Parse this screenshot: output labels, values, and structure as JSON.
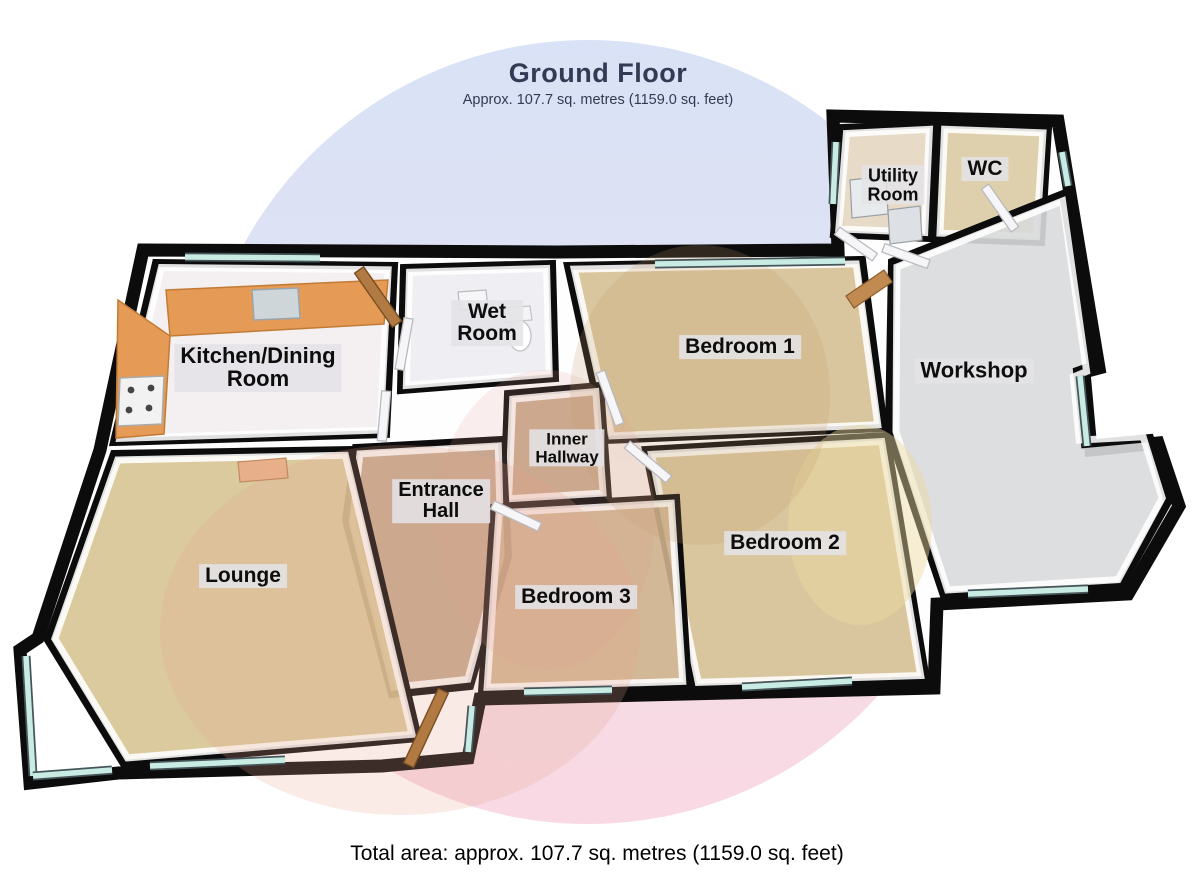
{
  "header": {
    "title": "Ground Floor",
    "subtitle": "Approx. 107.7 sq. metres (1159.0 sq. feet)"
  },
  "footer": {
    "total_area": "Total area: approx. 107.7 sq. metres (1159.0 sq. feet)"
  },
  "rooms": [
    {
      "id": "kitchen",
      "label": "Kitchen/Dining Room",
      "lines": [
        "Kitchen/Dining",
        "Room"
      ]
    },
    {
      "id": "wet",
      "label": "Wet Room",
      "lines": [
        "Wet",
        "Room"
      ]
    },
    {
      "id": "bedroom1",
      "label": "Bedroom 1",
      "lines": [
        "Bedroom 1"
      ]
    },
    {
      "id": "utility",
      "label": "Utility Room",
      "lines": [
        "Utility",
        "Room"
      ]
    },
    {
      "id": "wc",
      "label": "WC",
      "lines": [
        "WC"
      ]
    },
    {
      "id": "workshop",
      "label": "Workshop",
      "lines": [
        "Workshop"
      ]
    },
    {
      "id": "inner",
      "label": "Inner Hallway",
      "lines": [
        "Inner",
        "Hallway"
      ]
    },
    {
      "id": "entrance",
      "label": "Entrance Hall",
      "lines": [
        "Entrance",
        "Hall"
      ]
    },
    {
      "id": "bedroom2",
      "label": "Bedroom 2",
      "lines": [
        "Bedroom 2"
      ]
    },
    {
      "id": "bedroom3",
      "label": "Bedroom 3",
      "lines": [
        "Bedroom 3"
      ]
    },
    {
      "id": "lounge",
      "label": "Lounge",
      "lines": [
        "Lounge"
      ]
    }
  ],
  "palette": {
    "title_text": "#333a54",
    "footer_text": "#000000",
    "label_bg": "rgba(228,226,230,0.88)",
    "label_text": "#0d0d0d",
    "wall": "#0c0c0c",
    "wall_face": "#ffffff",
    "watermark_blue": "#d7e0f5",
    "watermark_pink": "#f8d7e2",
    "window_glass": "#c8ece4",
    "window_frame": "#46555a",
    "wood_door": "#b07a42",
    "counter_orange": "#e59a56",
    "floor_tan": "#d5c094",
    "floor_hall": "#bfa083",
    "floor_workshop": "#d8dadc"
  }
}
